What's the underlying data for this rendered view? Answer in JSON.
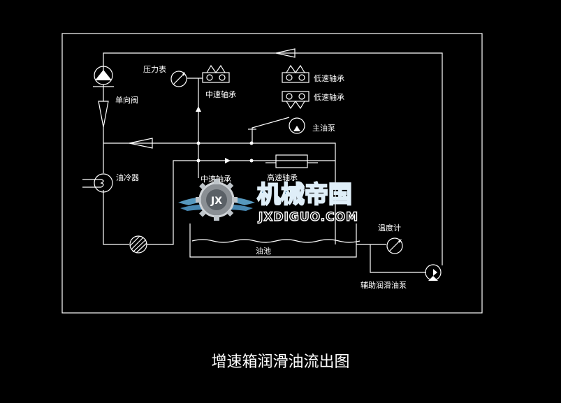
{
  "diagram": {
    "caption": "增速箱润滑油流出图",
    "labels": {
      "pressure_gauge": "压力表",
      "check_valve": "单向阀",
      "mid_bearing_top": "中速轴承",
      "low_bearing_1": "低速轴承",
      "low_bearing_2": "低速轴承",
      "main_pump": "主油泵",
      "oil_cooler": "油冷器",
      "mid_bearing_lower": "中速轴承",
      "high_bearing": "高速轴承",
      "thermometer": "温度计",
      "oil_tank": "油池",
      "aux_pump": "辅助润滑油泵"
    },
    "watermark": {
      "cn": "机械帝国",
      "en": "JXDIGUO.COM",
      "emblem": "JX"
    }
  }
}
